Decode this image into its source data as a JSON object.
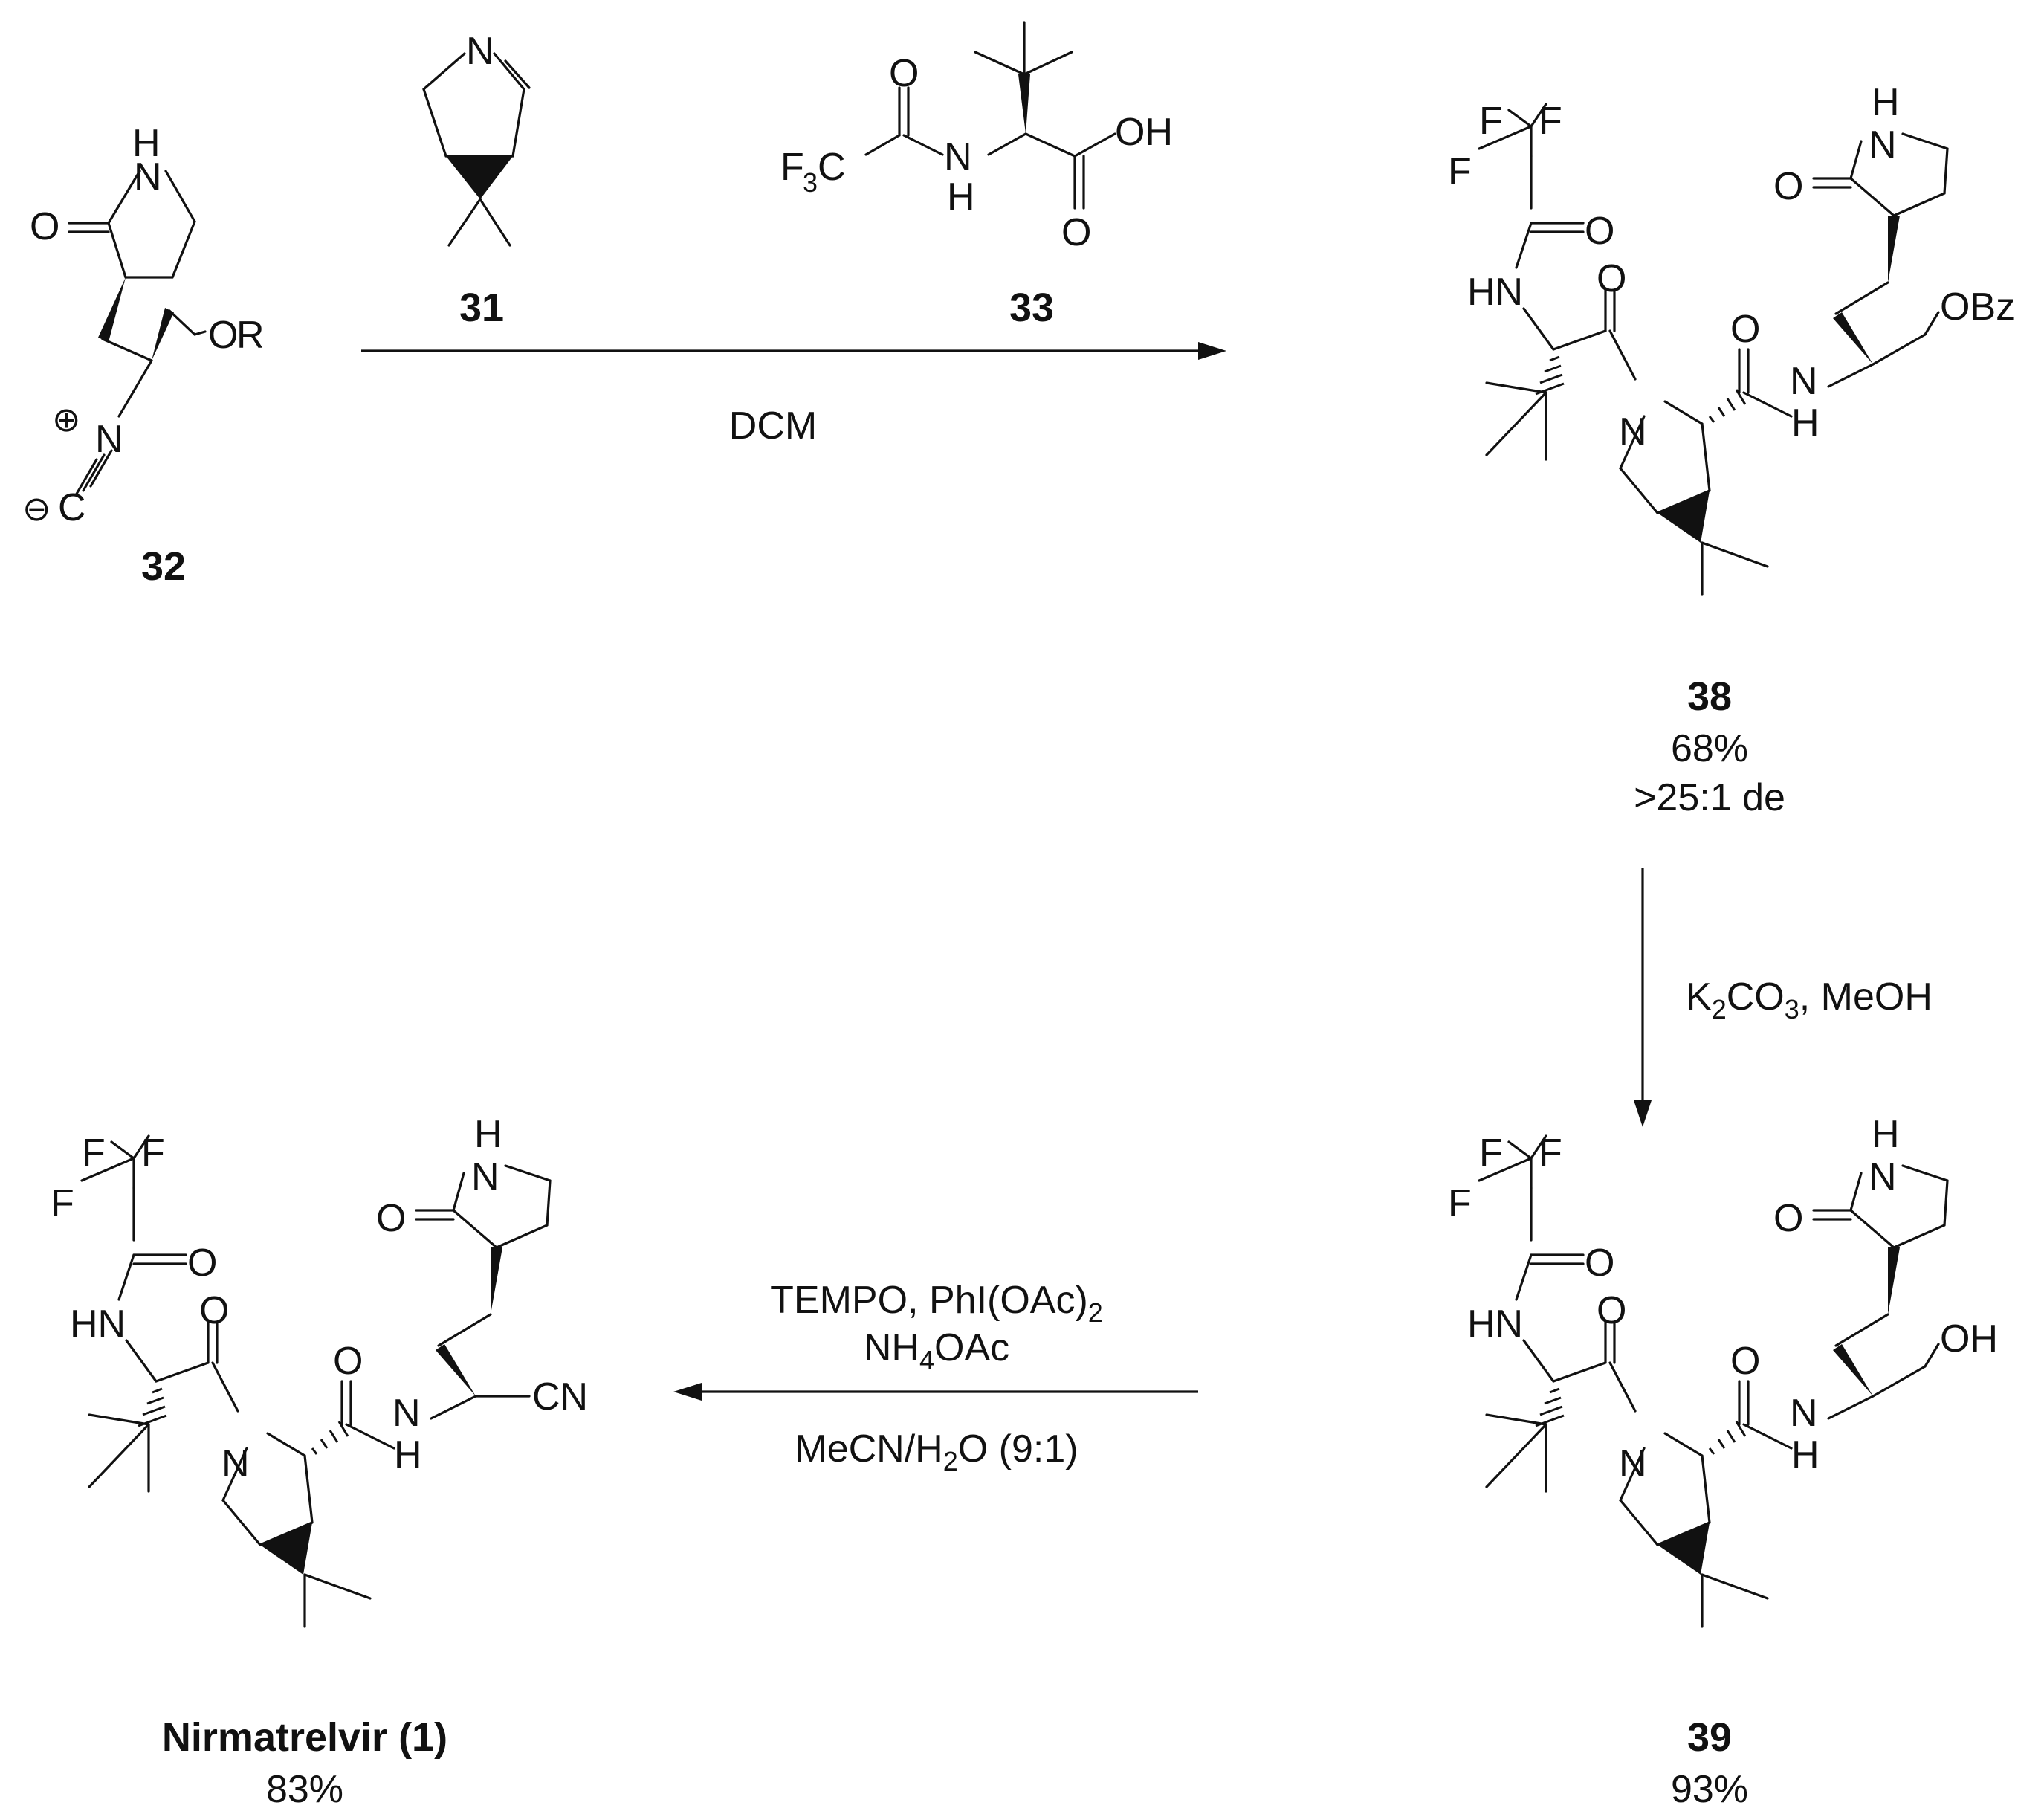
{
  "compounds": {
    "c32": {
      "label": "32",
      "R": "R"
    },
    "c31": {
      "label": "31"
    },
    "c33": {
      "label": "33"
    },
    "c38": {
      "label": "38",
      "yield": "68%",
      "de": ">25:1 de"
    },
    "c39": {
      "label": "39",
      "yield": "93%"
    },
    "c1": {
      "label": "Nirmatrelvir (1)",
      "yield": "83%"
    }
  },
  "steps": {
    "step1": {
      "reagent": "DCM"
    },
    "step2": {
      "reagent_main": "K",
      "reagent_sub": "2",
      "reagent_tail": "CO",
      "reagent_sub2": "3",
      "reagent_rest": ", MeOH"
    },
    "step3": {
      "line1_a": "TEMPO, PhI(OAc)",
      "line1_sub": "2",
      "line2_a": "NH",
      "line2_sub": "4",
      "line2_b": "OAc",
      "line3_a": "MeCN/H",
      "line3_sub": "2",
      "line3_b": "O (9:1)"
    }
  },
  "atoms": {
    "N": "N",
    "H": "H",
    "O": "O",
    "F": "F",
    "HN": "HN",
    "OH": "OH",
    "OBz": "OBz",
    "CN": "CN",
    "C": "C",
    "F3C_F": "F",
    "F3C_3": "3",
    "F3C_C": "C",
    "plus": "⊕",
    "minus": "⊖"
  }
}
